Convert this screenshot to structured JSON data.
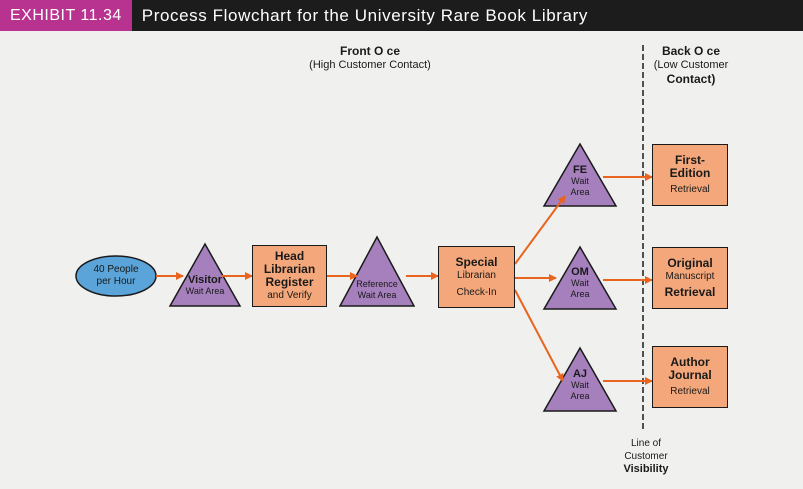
{
  "header": {
    "exhibit_label": "EXHIBIT 11.34",
    "title": "Process Flowchart for the University Rare Book Library"
  },
  "front_office": {
    "line1": "Front O ce",
    "line2": "(High Customer Contact)"
  },
  "back_office": {
    "line1": "Back O ce",
    "line2": "(Low Customer",
    "line3": "Contact)"
  },
  "line_of_visibility": {
    "line1": "Line of",
    "line2": "Customer",
    "line3": "Visibility"
  },
  "start": {
    "line1": "40 People",
    "line2": "per Hour"
  },
  "visitor_wait": {
    "line1": "Visitor",
    "line2": "Wait Area"
  },
  "head_librarian": {
    "line1": "Head",
    "line2": "Librarian",
    "line3": "Register",
    "line4": "and Verify"
  },
  "reference_wait": {
    "line1": "Reference",
    "line2": "Wait Area"
  },
  "special_librarian": {
    "line1": "Special",
    "line2": "Librarian",
    "line3": "Check-In"
  },
  "fe_wait": {
    "line1": "FE",
    "line2": "Wait",
    "line3": "Area"
  },
  "om_wait": {
    "line1": "OM",
    "line2": "Wait",
    "line3": "Area"
  },
  "aj_wait": {
    "line1": "AJ",
    "line2": "Wait",
    "line3": "Area"
  },
  "first_edition": {
    "line1": "First-",
    "line2": "Edition",
    "line3": "Retrieval"
  },
  "original_manuscript": {
    "line1": "Original",
    "line2": "Manuscript",
    "line3": "Retrieval"
  },
  "author_journal": {
    "line1": "Author",
    "line2": "Journal",
    "line3": "Retrieval"
  },
  "colors": {
    "process_box": "#f4a77a",
    "wait_triangle": "#a67fbd",
    "start_oval": "#5aa4da",
    "arrow": "#e8641f",
    "header_bg": "#1c1c1c",
    "exhibit_bg": "#b8328f"
  }
}
